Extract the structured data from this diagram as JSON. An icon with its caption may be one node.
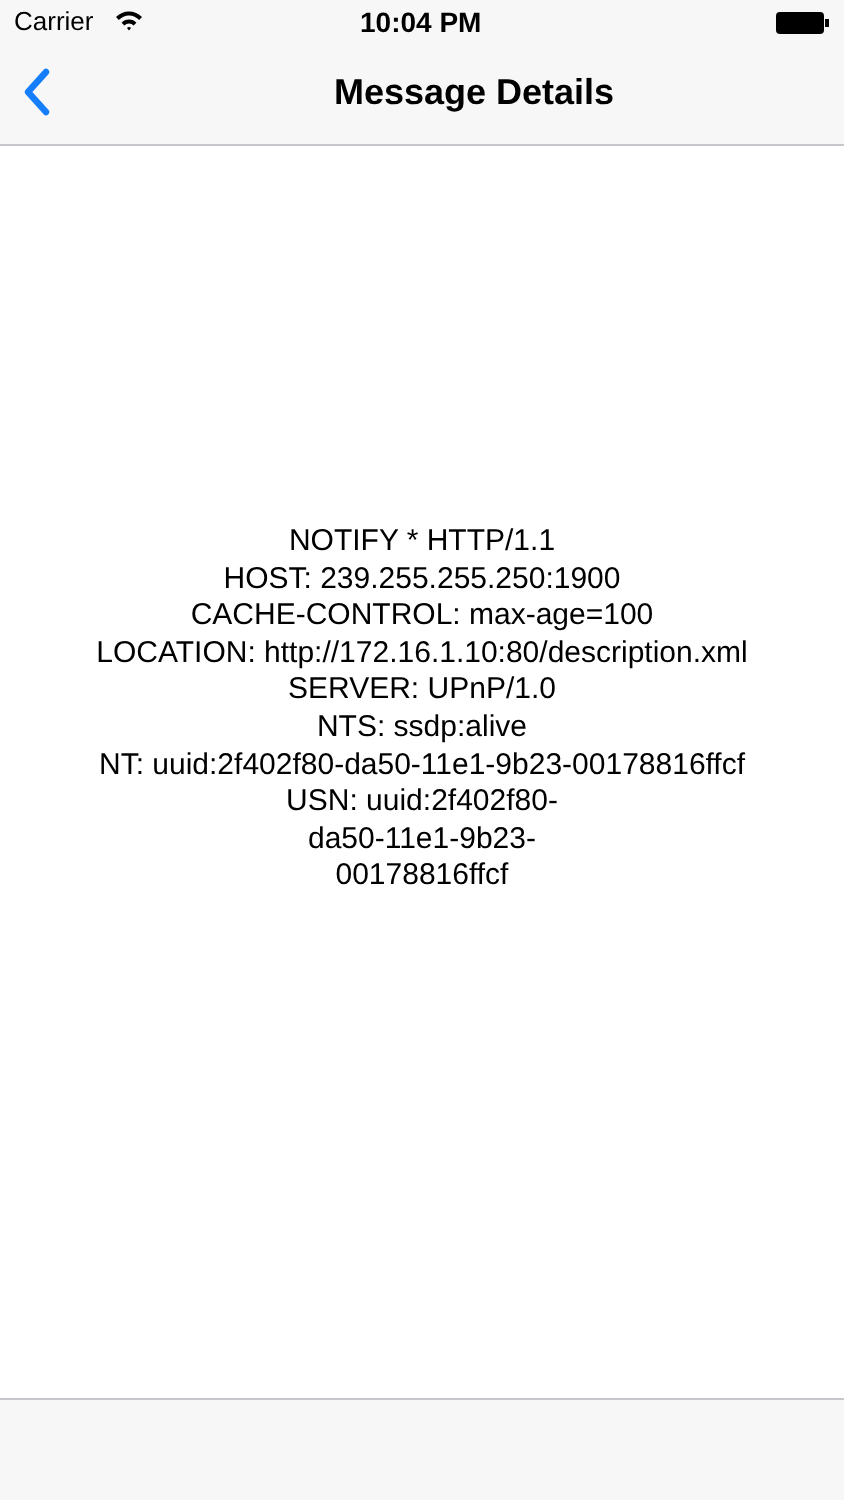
{
  "diagram": {
    "nodes": [
      {
        "text": [
          "Message Details"
        ]
      },
      {
        "text": [],
        "shape": "bar"
      }
    ],
    "labels": [
      "Carrier",
      "10:04 PM",
      "NOTIFY * HTTP/1.1",
      "HOST: 239.255.255.250:1900",
      "CACHE-CONTROL: max-age=100",
      "LOCATION: http://172.16.1.10:80/description.xml",
      "SERVER: UPnP/1.0",
      "NTS: ssdp:alive",
      "NT: uuid:2f402f80-da50-11e1-9b23-00178816ffcf",
      "USN: uuid:2f402f80-da50-11e1-9b23-00178816ffcf"
    ]
  }
}
